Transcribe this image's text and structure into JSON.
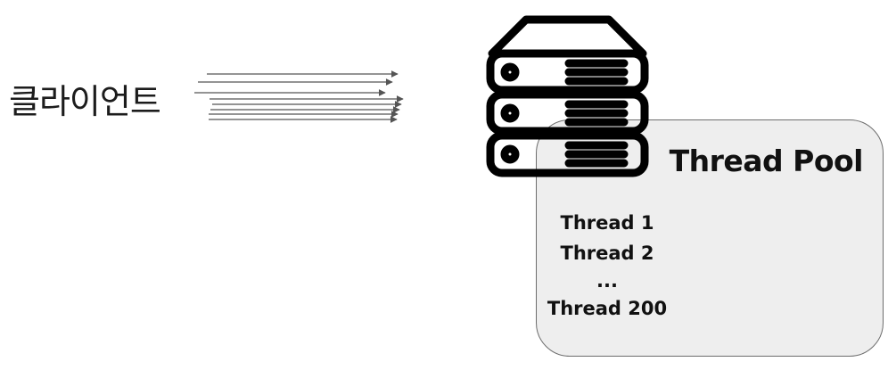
{
  "client": {
    "label": "클라이언트"
  },
  "server": {
    "icon": "server-stack-icon"
  },
  "thread_pool": {
    "title": "Thread Pool",
    "threads": [
      "Thread 1",
      "Thread 2",
      "...",
      "Thread 200"
    ]
  },
  "colors": {
    "arrow": "#555555",
    "box_fill": "#ececec",
    "box_border": "#6d6d6d",
    "icon": "#000000"
  }
}
